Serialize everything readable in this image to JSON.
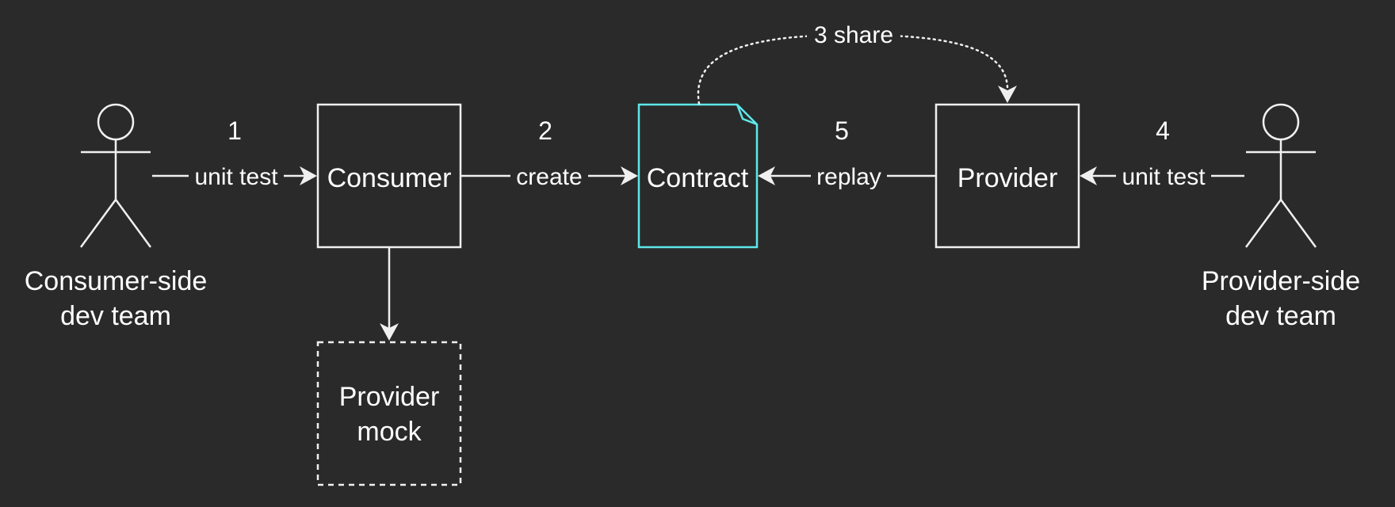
{
  "nodes": {
    "consumer": "Consumer",
    "contract": "Contract",
    "provider": "Provider",
    "provider_mock_line1": "Provider",
    "provider_mock_line2": "mock"
  },
  "actors": {
    "consumer_team_line1": "Consumer-side",
    "consumer_team_line2": "dev team",
    "provider_team_line1": "Provider-side",
    "provider_team_line2": "dev team"
  },
  "edges": {
    "consumer_unit_test": "unit test",
    "create": "create",
    "replay": "replay",
    "provider_unit_test": "unit test",
    "share": "3 share"
  },
  "steps": {
    "step1": "1",
    "step2": "2",
    "step4": "4",
    "step5": "5"
  },
  "colors": {
    "background": "#2a2a2a",
    "foreground": "#f0f0f0",
    "contract_accent": "#5ee7ea"
  }
}
